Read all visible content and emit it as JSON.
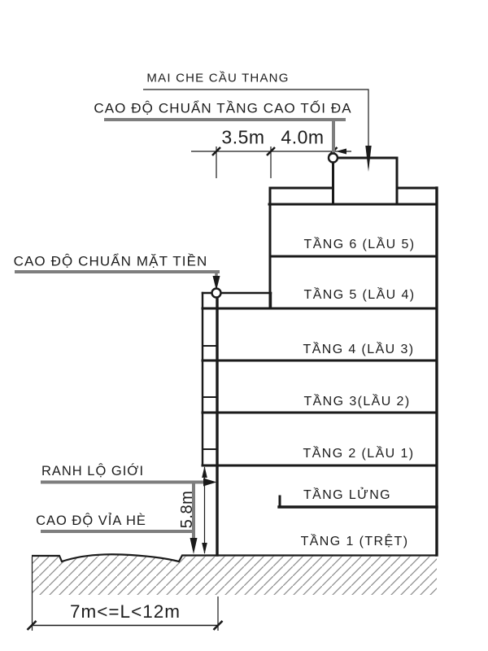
{
  "colors": {
    "line": "#1a1a1a",
    "leader_gray": "#7e7e7e",
    "hatch": "#8f8f8f",
    "background": "#ffffff"
  },
  "callouts": {
    "stair_roof": "MAI CHE CẦU THANG",
    "max_height_level": "CAO ĐỘ CHUẨN TẦNG CAO TỐI ĐA",
    "facade_level": "CAO ĐỘ CHUẨN MẶT TIỀN",
    "road_boundary": "RANH LỘ GIỚI",
    "sidewalk_level": "CAO ĐỘ VỈA HÈ"
  },
  "dimensions": {
    "upper_setback": "3.5m",
    "roof_setback": "4.0m",
    "facade_height": "5.8m",
    "road_width": "7m<=L<12m"
  },
  "floors": [
    {
      "label": "TẦNG 6 (LẦU 5)"
    },
    {
      "label": "TẦNG 5 (LẦU 4)"
    },
    {
      "label": "TẦNG 4 (LẦU 3)"
    },
    {
      "label": "TẦNG 3(LẦU 2)"
    },
    {
      "label": "TẦNG 2 (LẦU 1)"
    },
    {
      "label": "TẦNG LỬNG"
    },
    {
      "label": "TẦNG 1 (TRỆT)"
    }
  ]
}
